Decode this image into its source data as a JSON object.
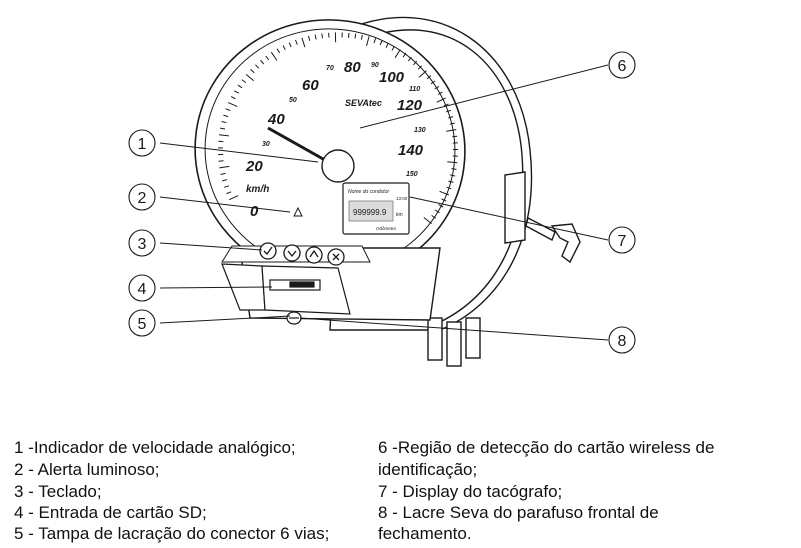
{
  "diagram": {
    "dial": {
      "speed_labels": [
        "0",
        "20",
        "40",
        "60",
        "80",
        "100",
        "120",
        "140"
      ],
      "minor_labels": [
        "30",
        "50",
        "70",
        "90",
        "110",
        "130",
        "150"
      ],
      "unit": "km/h",
      "brand": "SEVAtec"
    },
    "display": {
      "header": "Nome do condutor",
      "time": "13:00",
      "odometer_value": "999999.9",
      "odometer_unit": "km",
      "footer": "Odômetro"
    },
    "callouts": [
      "1",
      "2",
      "3",
      "4",
      "5",
      "6",
      "7",
      "8"
    ]
  },
  "legend": {
    "left": [
      "1 -Indicador de velocidade analógico;",
      "2 - Alerta luminoso;",
      "3 - Teclado;",
      "4 - Entrada de cartão SD;",
      "5 - Tampa de lacração do conector 6 vias;"
    ],
    "right": [
      "6 -Região de detecção do cartão wireless de",
      "identificação;",
      "7 - Display do tacógrafo;",
      "8 - Lacre Seva do parafuso frontal de",
      "fechamento."
    ]
  },
  "colors": {
    "line": "#1a1a1a",
    "background": "#ffffff"
  }
}
